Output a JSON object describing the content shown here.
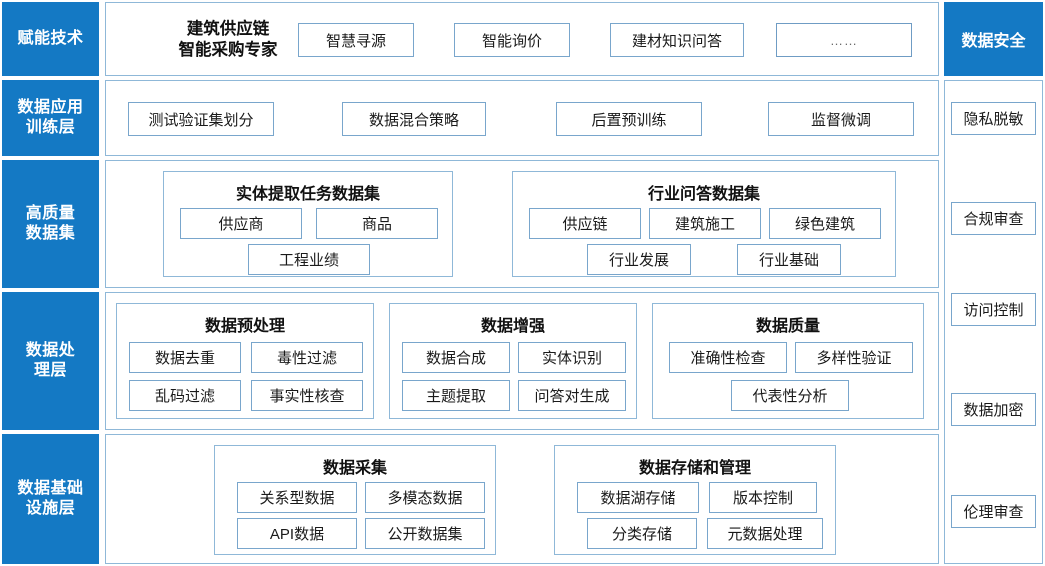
{
  "colors": {
    "brand_blue": "#1479c4",
    "box_border": "#79a6cc",
    "panel_border": "#8fb8d8",
    "text": "#111111"
  },
  "layers": [
    {
      "label": "赋能技术"
    },
    {
      "label": "数据应用\n训练层",
      "line1": "数据应用",
      "line2": "训练层"
    },
    {
      "label": "高质量\n数据集",
      "line1": "高质量",
      "line2": "数据集"
    },
    {
      "label": "数据处\n理层",
      "line1": "数据处",
      "line2": "理层"
    },
    {
      "label": "数据基础\n设施层",
      "line1": "数据基础",
      "line2": "设施层"
    }
  ],
  "row1": {
    "title_line1": "建筑供应链",
    "title_line2": "智能采购专家",
    "items": [
      {
        "label": "智慧寻源"
      },
      {
        "label": "智能询价"
      },
      {
        "label": "建材知识问答"
      },
      {
        "label": "……"
      }
    ]
  },
  "row2": {
    "items": [
      {
        "label": "测试验证集划分"
      },
      {
        "label": "数据混合策略"
      },
      {
        "label": "后置预训练"
      },
      {
        "label": "监督微调"
      }
    ]
  },
  "row3": {
    "groups": [
      {
        "title": "实体提取任务数据集",
        "items": [
          {
            "label": "供应商"
          },
          {
            "label": "商品"
          },
          {
            "label": "工程业绩"
          }
        ]
      },
      {
        "title": "行业问答数据集",
        "items": [
          {
            "label": "供应链"
          },
          {
            "label": "建筑施工"
          },
          {
            "label": "绿色建筑"
          },
          {
            "label": "行业发展"
          },
          {
            "label": "行业基础"
          }
        ]
      }
    ]
  },
  "row4": {
    "groups": [
      {
        "title": "数据预处理",
        "items": [
          {
            "label": "数据去重"
          },
          {
            "label": "毒性过滤"
          },
          {
            "label": "乱码过滤"
          },
          {
            "label": "事实性核查"
          }
        ]
      },
      {
        "title": "数据增强",
        "items": [
          {
            "label": "数据合成"
          },
          {
            "label": "实体识别"
          },
          {
            "label": "主题提取"
          },
          {
            "label": "问答对生成"
          }
        ]
      },
      {
        "title": "数据质量",
        "items": [
          {
            "label": "准确性检查"
          },
          {
            "label": "多样性验证"
          },
          {
            "label": "代表性分析"
          }
        ]
      }
    ]
  },
  "row5": {
    "groups": [
      {
        "title": "数据采集",
        "items": [
          {
            "label": "关系型数据"
          },
          {
            "label": "多模态数据"
          },
          {
            "label": "API数据"
          },
          {
            "label": "公开数据集"
          }
        ]
      },
      {
        "title": "数据存储和管理",
        "items": [
          {
            "label": "数据湖存储"
          },
          {
            "label": "版本控制"
          },
          {
            "label": "分类存储"
          },
          {
            "label": "元数据处理"
          }
        ]
      }
    ]
  },
  "security": {
    "header": "数据安全",
    "items": [
      {
        "label": "隐私脱敏"
      },
      {
        "label": "合规审查"
      },
      {
        "label": "访问控制"
      },
      {
        "label": "数据加密"
      },
      {
        "label": "伦理审查"
      }
    ]
  }
}
